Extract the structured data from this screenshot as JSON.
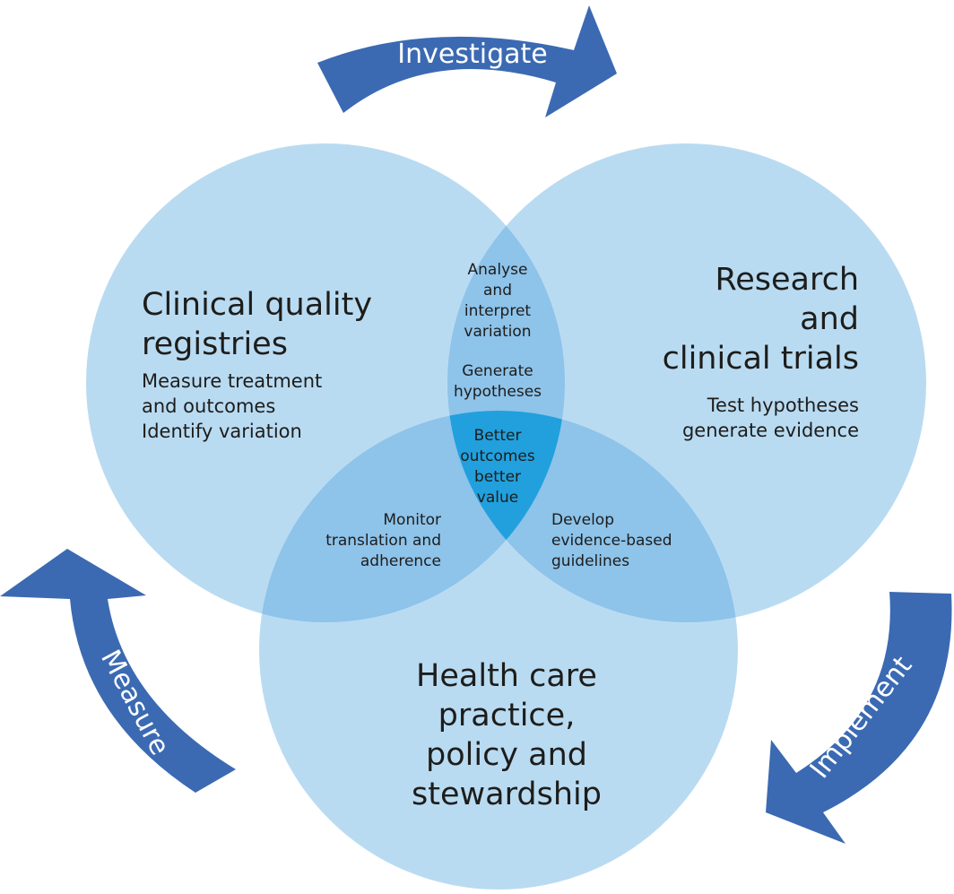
{
  "colors": {
    "circle_fill": "#b9dbf2",
    "pair_overlap": "#8ec3ea",
    "center_overlap": "#21a0dd",
    "arrow": "#3b6ab3",
    "text": "#1d1d1b",
    "arrow_text": "#ffffff"
  },
  "circles": {
    "left": {
      "title": [
        "Clinical quality",
        "registries"
      ],
      "subtitle": [
        "Measure treatment",
        "and outcomes",
        "Identify variation"
      ]
    },
    "right": {
      "title": [
        "Research",
        "and",
        "clinical trials"
      ],
      "subtitle": [
        "Test hypotheses",
        "generate evidence"
      ]
    },
    "bottom": {
      "title": [
        "Health care",
        "practice,",
        "policy and",
        "stewardship"
      ]
    }
  },
  "overlaps": {
    "top": {
      "lines_a": [
        "Analyse",
        "and",
        "interpret",
        "variation"
      ],
      "lines_b": [
        "Generate",
        "hypotheses"
      ]
    },
    "left_bottom": [
      "Monitor",
      "translation and",
      "adherence"
    ],
    "right_bottom": [
      "Develop",
      "evidence-based",
      "guidelines"
    ],
    "center": [
      "Better",
      "outcomes",
      "better",
      "value"
    ]
  },
  "arrows": {
    "top": {
      "label": "Investigate",
      "icon": "curved-arrow-right-icon"
    },
    "left": {
      "label": "Measure",
      "icon": "curved-arrow-up-icon"
    },
    "right": {
      "label": "Implement",
      "icon": "curved-arrow-down-icon"
    }
  }
}
